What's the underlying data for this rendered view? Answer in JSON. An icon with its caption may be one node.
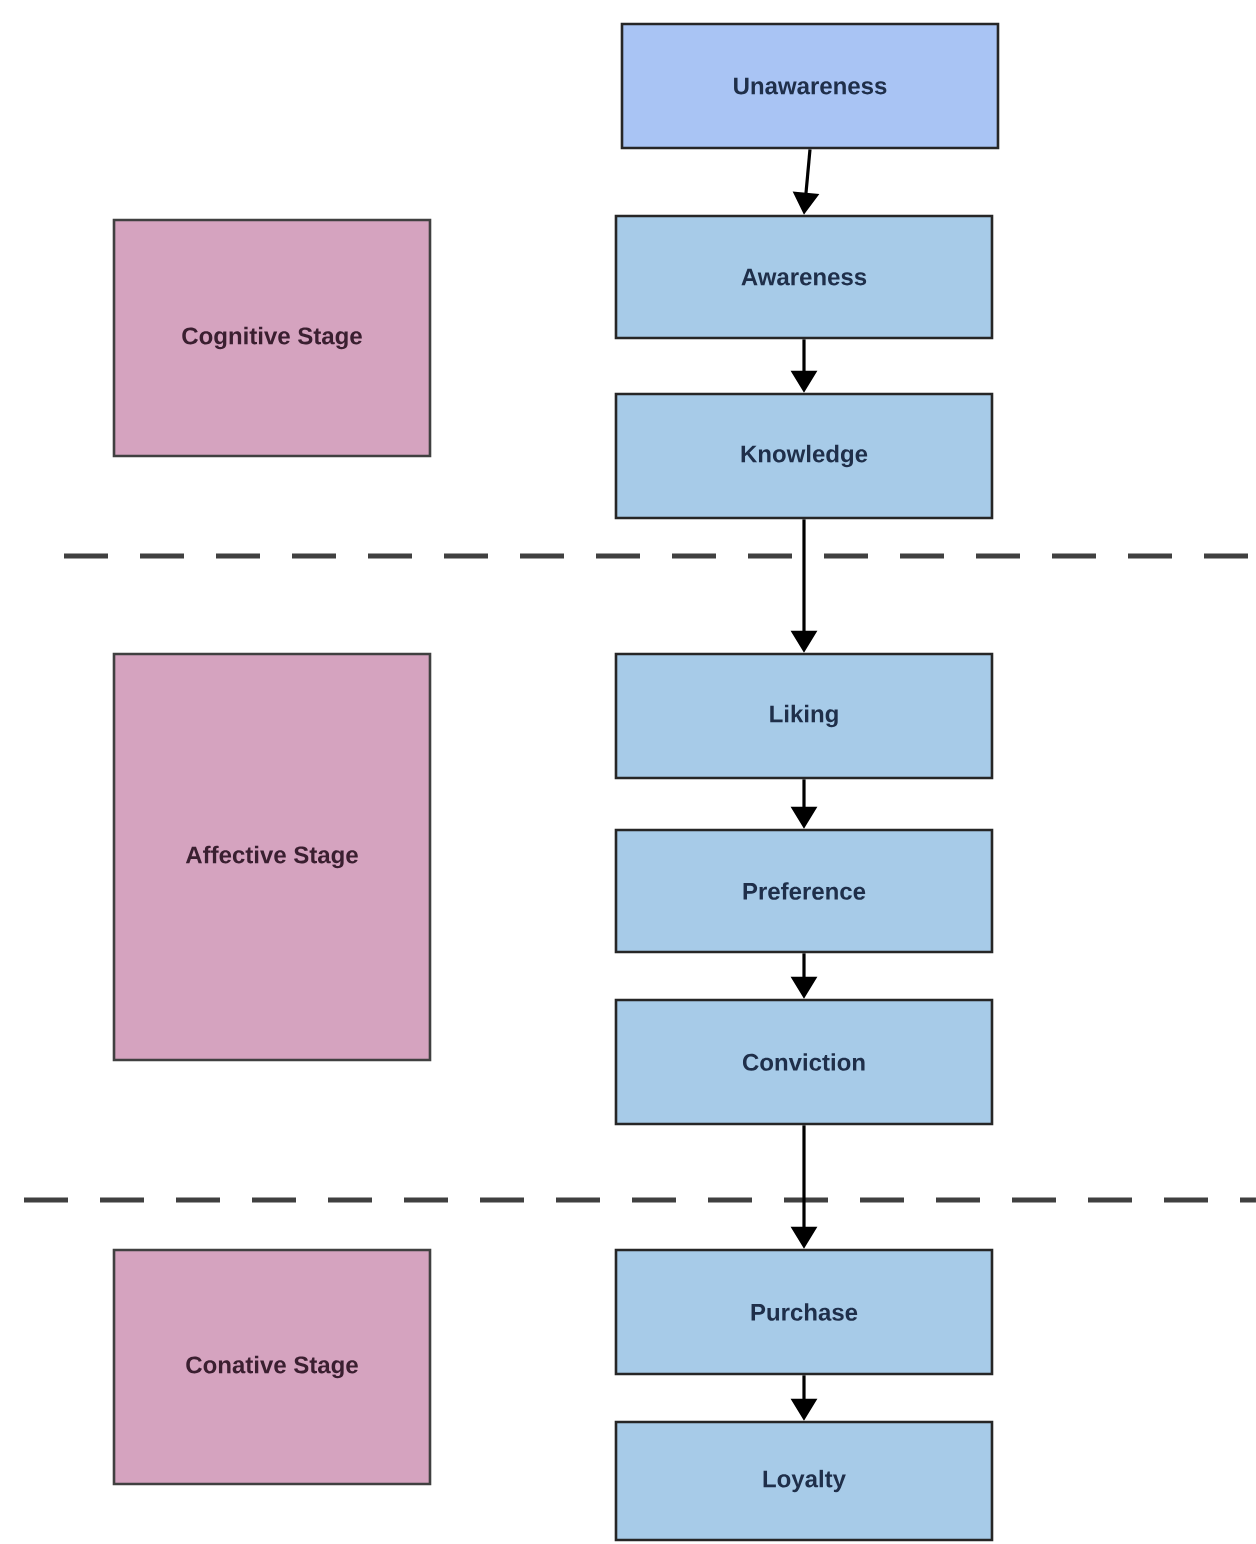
{
  "diagram": {
    "nodes": [
      {
        "text": [
          "Unawareness"
        ]
      },
      {
        "text": [
          "Cognitive Stage"
        ]
      },
      {
        "text": [
          "Awareness"
        ]
      },
      {
        "text": [
          "Knowledge"
        ]
      },
      {
        "text": [
          "Affective Stage"
        ]
      },
      {
        "text": [
          "Liking"
        ]
      },
      {
        "text": [
          "Preference"
        ]
      },
      {
        "text": [
          "Conviction"
        ]
      },
      {
        "text": [
          "Conative Stage"
        ]
      },
      {
        "text": [
          "Purchase"
        ]
      },
      {
        "text": [
          "Loyalty"
        ]
      }
    ],
    "edges": [
      {
        "from": 0,
        "to": 2,
        "arrow": "to"
      },
      {
        "from": 2,
        "to": 3,
        "arrow": "to"
      },
      {
        "from": 3,
        "to": 5,
        "arrow": "to"
      },
      {
        "from": 5,
        "to": 6,
        "arrow": "to"
      },
      {
        "from": 6,
        "to": 7,
        "arrow": "to"
      },
      {
        "from": 7,
        "to": 9,
        "arrow": "to"
      },
      {
        "from": 9,
        "to": 10,
        "arrow": "to"
      }
    ]
  }
}
